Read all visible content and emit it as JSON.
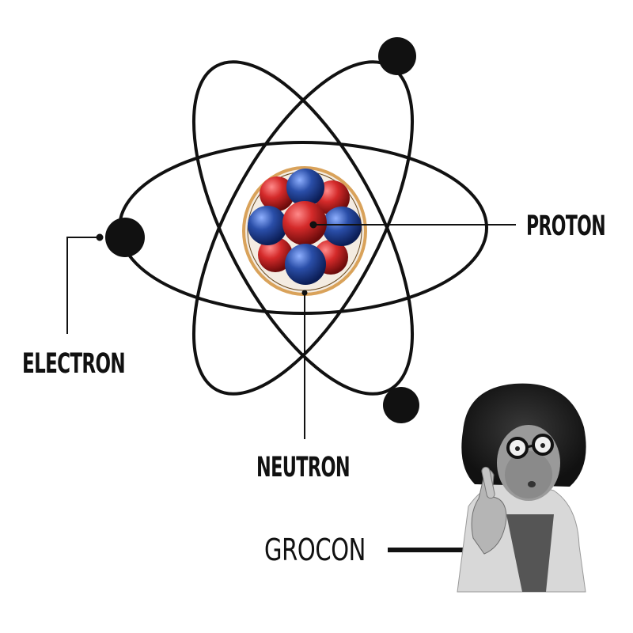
{
  "labels": {
    "proton": "PROTON",
    "electron": "ELECTRON",
    "neutron": "NEUTRON",
    "grocon": "GROCON"
  },
  "colors": {
    "ink": "#111111",
    "proton": "#d42a2a",
    "neutron": "#2a4ea8",
    "nucleus_ring": "#d9a25a"
  },
  "icons": {
    "scientist": "scientist-portrait-icon"
  }
}
